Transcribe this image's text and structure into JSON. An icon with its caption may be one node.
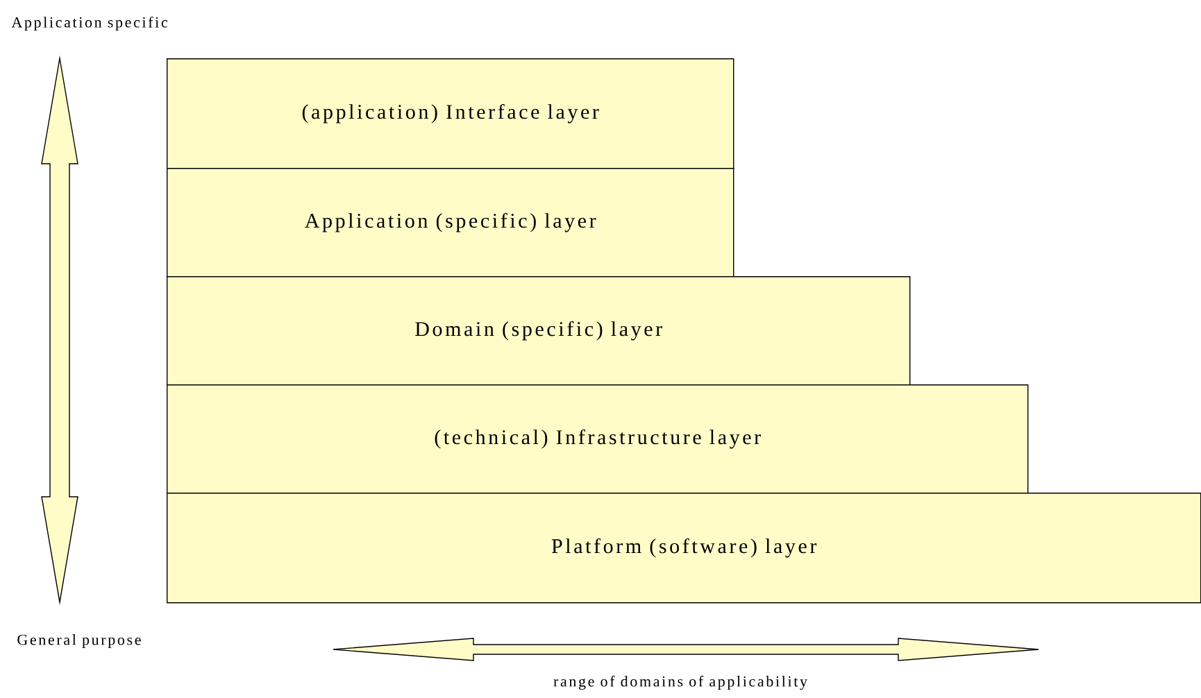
{
  "diagram": {
    "nodes": [
      {
        "text": [
          "(application) Interface layer"
        ]
      },
      {
        "text": [
          "Application (specific) layer"
        ]
      },
      {
        "text": [
          "Domain (specific) layer"
        ]
      },
      {
        "text": [
          "(technical) Infrastructure layer"
        ]
      },
      {
        "text": [
          "Platform (software) layer"
        ]
      }
    ],
    "labels": [
      "Application specific",
      "General purpose",
      "range of domains of applicability"
    ]
  }
}
